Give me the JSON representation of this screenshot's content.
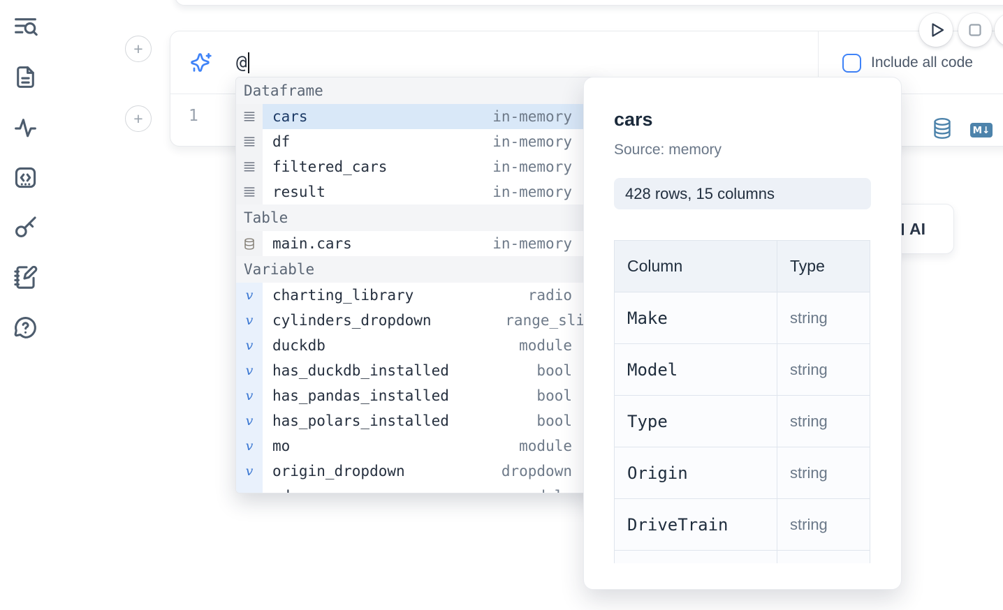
{
  "sidebar": {
    "items": [
      {
        "icon": "toc-search-icon"
      },
      {
        "icon": "file-text-icon"
      },
      {
        "icon": "activity-icon"
      },
      {
        "icon": "code-snippet-icon"
      },
      {
        "icon": "key-icon"
      },
      {
        "icon": "notebook-pen-icon"
      },
      {
        "icon": "help-chat-icon"
      }
    ]
  },
  "cell": {
    "add_buttons": [
      {
        "label": "+"
      },
      {
        "label": "+"
      }
    ],
    "prompt": {
      "icon": "sparkles-icon",
      "value": "@",
      "checkbox_checked": false,
      "include_label": "Include all code"
    },
    "editor": {
      "line_number": "1"
    },
    "toolbar": {
      "markdown_label": "M↓"
    }
  },
  "autocomplete": {
    "sections": [
      {
        "label": "Dataframe",
        "items": [
          {
            "icon": "dataframe-icon",
            "name": "cars",
            "detail": "in-memory",
            "selected": true
          },
          {
            "icon": "dataframe-icon",
            "name": "df",
            "detail": "in-memory"
          },
          {
            "icon": "dataframe-icon",
            "name": "filtered_cars",
            "detail": "in-memory"
          },
          {
            "icon": "dataframe-icon",
            "name": "result",
            "detail": "in-memory"
          }
        ]
      },
      {
        "label": "Table",
        "items": [
          {
            "icon": "table-database-icon",
            "name": "main.cars",
            "detail": "in-memory"
          }
        ]
      },
      {
        "label": "Variable",
        "items": [
          {
            "icon": "variable-icon",
            "name": "charting_library",
            "detail": "radio"
          },
          {
            "icon": "variable-icon",
            "name": "cylinders_dropdown",
            "detail": "range_slider",
            "detail_clipped": true
          },
          {
            "icon": "variable-icon",
            "name": "duckdb",
            "detail": "module"
          },
          {
            "icon": "variable-icon",
            "name": "has_duckdb_installed",
            "detail": "bool"
          },
          {
            "icon": "variable-icon",
            "name": "has_pandas_installed",
            "detail": "bool"
          },
          {
            "icon": "variable-icon",
            "name": "has_polars_installed",
            "detail": "bool"
          },
          {
            "icon": "variable-icon",
            "name": "mo",
            "detail": "module"
          },
          {
            "icon": "variable-icon",
            "name": "origin_dropdown",
            "detail": "dropdown"
          },
          {
            "icon": "variable-icon",
            "name": "pd",
            "detail": "module"
          }
        ]
      }
    ]
  },
  "preview": {
    "title": "cars",
    "source_label": "Source: memory",
    "shape_label": "428 rows, 15 columns",
    "schema": {
      "headers": [
        "Column",
        "Type"
      ],
      "rows": [
        [
          "Make",
          "string"
        ],
        [
          "Model",
          "string"
        ],
        [
          "Type",
          "string"
        ],
        [
          "Origin",
          "string"
        ],
        [
          "DriveTrain",
          "string"
        ],
        [
          "",
          ""
        ]
      ]
    }
  },
  "ai_button": {
    "label": "AI"
  },
  "colors": {
    "accent_blue": "#3f83f8",
    "selection_blue": "#d9e8f8",
    "toolbar_icon_blue": "#4d83ab",
    "sidebar_slate": "#4d5c6d"
  }
}
